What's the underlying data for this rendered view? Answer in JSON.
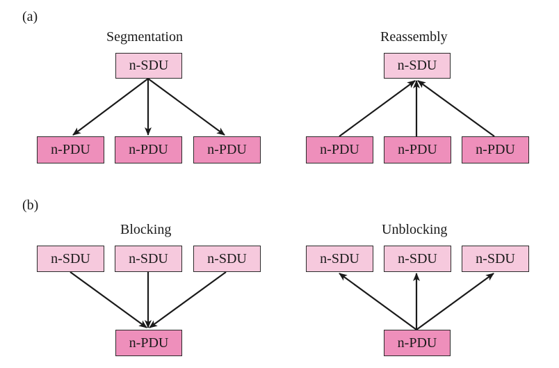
{
  "colors": {
    "sdu_fill": "#f6c9dd",
    "pdu_fill": "#ee8fbb",
    "stroke": "#2a2a2a",
    "text": "#1a1a1a"
  },
  "part_a": {
    "label": "(a)",
    "segmentation": {
      "title": "Segmentation",
      "sdu": "n-SDU",
      "pdus": [
        "n-PDU",
        "n-PDU",
        "n-PDU"
      ]
    },
    "reassembly": {
      "title": "Reassembly",
      "sdu": "n-SDU",
      "pdus": [
        "n-PDU",
        "n-PDU",
        "n-PDU"
      ]
    }
  },
  "part_b": {
    "label": "(b)",
    "blocking": {
      "title": "Blocking",
      "sdus": [
        "n-SDU",
        "n-SDU",
        "n-SDU"
      ],
      "pdu": "n-PDU"
    },
    "unblocking": {
      "title": "Unblocking",
      "sdus": [
        "n-SDU",
        "n-SDU",
        "n-SDU"
      ],
      "pdu": "n-PDU"
    }
  }
}
